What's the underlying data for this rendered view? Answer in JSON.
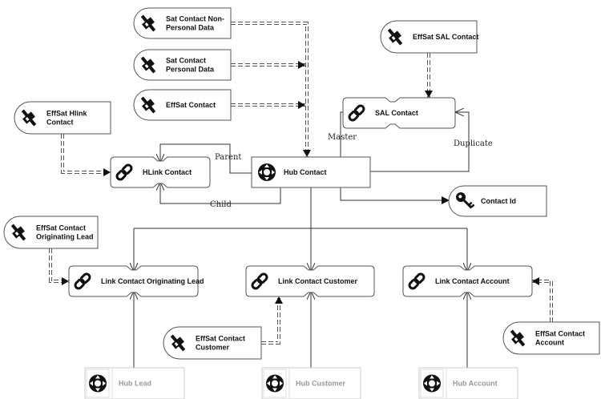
{
  "diagram": {
    "nodes": [
      {
        "id": "sat_nonpersonal",
        "type": "satellite",
        "lines": [
          "Sat Contact Non-",
          "Personal Data"
        ]
      },
      {
        "id": "sat_personal",
        "type": "satellite",
        "lines": [
          "Sat Contact",
          "Personal Data"
        ]
      },
      {
        "id": "effsat_contact",
        "type": "satellite",
        "lines": [
          "EffSat Contact"
        ]
      },
      {
        "id": "effsat_sal",
        "type": "satellite",
        "lines": [
          "EffSat SAL Contact"
        ]
      },
      {
        "id": "effsat_hlink",
        "type": "satellite",
        "lines": [
          "EffSat Hlink",
          "Contact"
        ]
      },
      {
        "id": "sal_contact",
        "type": "link",
        "lines": [
          "SAL Contact"
        ]
      },
      {
        "id": "hlink_contact",
        "type": "link",
        "lines": [
          "HLink Contact"
        ]
      },
      {
        "id": "hub_contact",
        "type": "hub",
        "lines": [
          "Hub Contact"
        ]
      },
      {
        "id": "contact_id",
        "type": "key",
        "lines": [
          "Contact Id"
        ]
      },
      {
        "id": "effsat_orig_lead",
        "type": "satellite",
        "lines": [
          "EffSat Contact",
          "Originating Lead"
        ]
      },
      {
        "id": "link_orig_lead",
        "type": "link",
        "lines": [
          "Link Contact Originating Lead"
        ]
      },
      {
        "id": "link_customer",
        "type": "link",
        "lines": [
          "Link Contact Customer"
        ]
      },
      {
        "id": "link_account",
        "type": "link",
        "lines": [
          "Link Contact Account"
        ]
      },
      {
        "id": "effsat_customer",
        "type": "satellite",
        "lines": [
          "EffSat Contact",
          "Customer"
        ]
      },
      {
        "id": "effsat_account",
        "type": "satellite",
        "lines": [
          "EffSat Contact",
          "Account"
        ]
      },
      {
        "id": "hub_lead",
        "type": "hub-external",
        "lines": [
          "Hub Lead"
        ]
      },
      {
        "id": "hub_customer",
        "type": "hub-external",
        "lines": [
          "Hub Customer"
        ]
      },
      {
        "id": "hub_account",
        "type": "hub-external",
        "lines": [
          "Hub Account"
        ]
      }
    ],
    "edge_labels": {
      "parent": "Parent",
      "child": "Child",
      "master": "Master",
      "duplicate": "Duplicate"
    },
    "colors": {
      "line": "#333333",
      "border": "#555555",
      "external_border": "#cccccc",
      "external_text": "#999999"
    }
  }
}
